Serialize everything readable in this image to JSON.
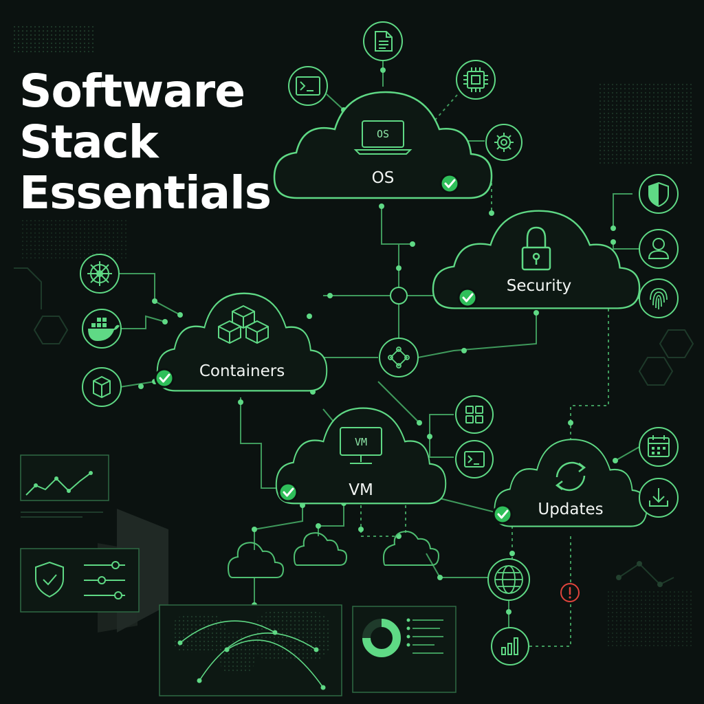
{
  "title": {
    "line1": "Software",
    "line2": "Stack",
    "line3": "Essentials"
  },
  "colors": {
    "background": "#0b1210",
    "accent": "#5fd985",
    "line": "#3f9a5c",
    "check": "#2fbf5a",
    "alert": "#e0443c",
    "text": "#f2f5f3"
  },
  "clouds": {
    "os": {
      "label": "OS",
      "chip": "OS",
      "icon": "laptop-icon"
    },
    "security": {
      "label": "Security",
      "icon": "padlock-icon"
    },
    "containers": {
      "label": "Containers",
      "icon": "cubes-icon"
    },
    "vm": {
      "label": "VM",
      "chip": "VM",
      "icon": "monitor-icon"
    },
    "updates": {
      "label": "Updates",
      "icon": "refresh-icon"
    }
  },
  "icons": {
    "os": [
      "document-icon",
      "terminal-icon",
      "cpu-chip-icon",
      "gear-icon"
    ],
    "security": [
      "shield-icon",
      "user-icon",
      "fingerprint-icon"
    ],
    "containers": [
      "helm-wheel-icon",
      "docker-whale-icon",
      "box-icon"
    ],
    "vm": [
      "grid-icon",
      "terminal-icon"
    ],
    "updates": [
      "calendar-icon",
      "download-icon"
    ],
    "network": [
      "globe-icon",
      "bar-chart-icon",
      "alert-icon",
      "hub-icon"
    ]
  },
  "panels": [
    "line-chart-panel",
    "security-settings-panel",
    "world-map-panel",
    "donut-chart-panel"
  ]
}
